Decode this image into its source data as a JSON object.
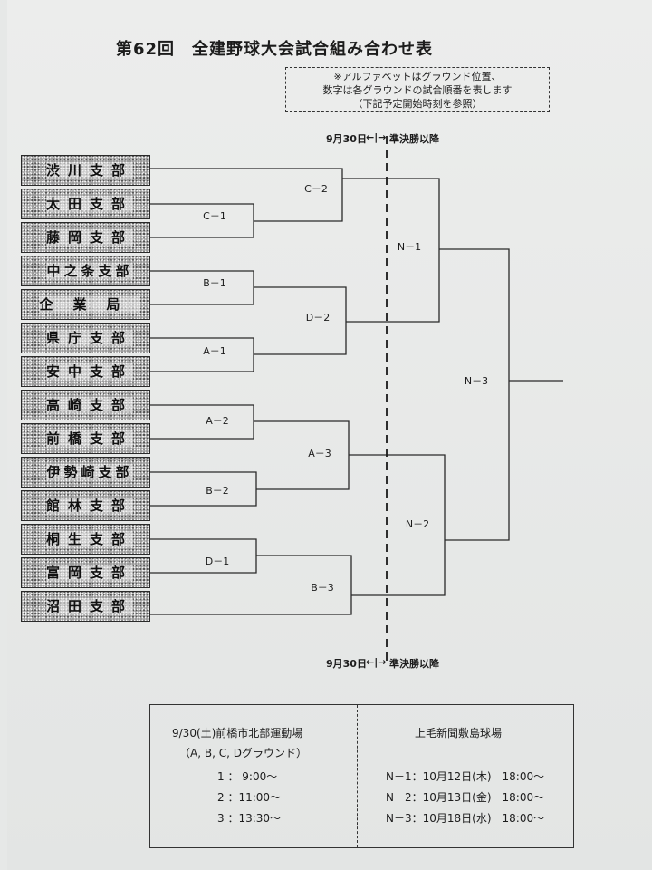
{
  "title": "第62回　全建野球大会試合組み合わせ表",
  "note": [
    "※アルファベットはグラウンド位置、",
    "数字は各グラウンドの試合順番を表します",
    "（下記予定開始時刻を参照）"
  ],
  "top_divider": {
    "date": "9月30日",
    "arrow": "←|→",
    "label": "準決勝以降"
  },
  "bottom_divider": {
    "date": "9月30日",
    "arrow": "←|→",
    "label": "準決勝以降"
  },
  "teams": [
    "渋川支部",
    "太田支部",
    "藤岡支部",
    "中之条支部",
    "企業局",
    "県庁支部",
    "安中支部",
    "高崎支部",
    "前橋支部",
    "伊勢崎支部",
    "館林支部",
    "桐生支部",
    "富岡支部",
    "沼田支部"
  ],
  "matches": {
    "c1": "C－1",
    "c2": "C－2",
    "b1": "B－1",
    "d2": "D－2",
    "a1": "A－1",
    "a2": "A－2",
    "a3": "A－3",
    "b2": "B－2",
    "d1": "D－1",
    "b3": "B－3",
    "n1": "N－1",
    "n2": "N－2",
    "n3": "N－3"
  },
  "schedule": {
    "left_title": "9/30(土)前橋市北部運動場",
    "left_subtitle": "（A, B, C, Dグラウンド）",
    "times": [
      "1 ： 9:00～",
      "2 ：11:00～",
      "3 ：13:30～"
    ],
    "right_title": "上毛新聞敷島球場",
    "finals": [
      "N－1：10月12日(木)　18:00～",
      "N－2：10月13日(金)　18:00～",
      "N－3：10月18日(水)　18:00～"
    ]
  }
}
